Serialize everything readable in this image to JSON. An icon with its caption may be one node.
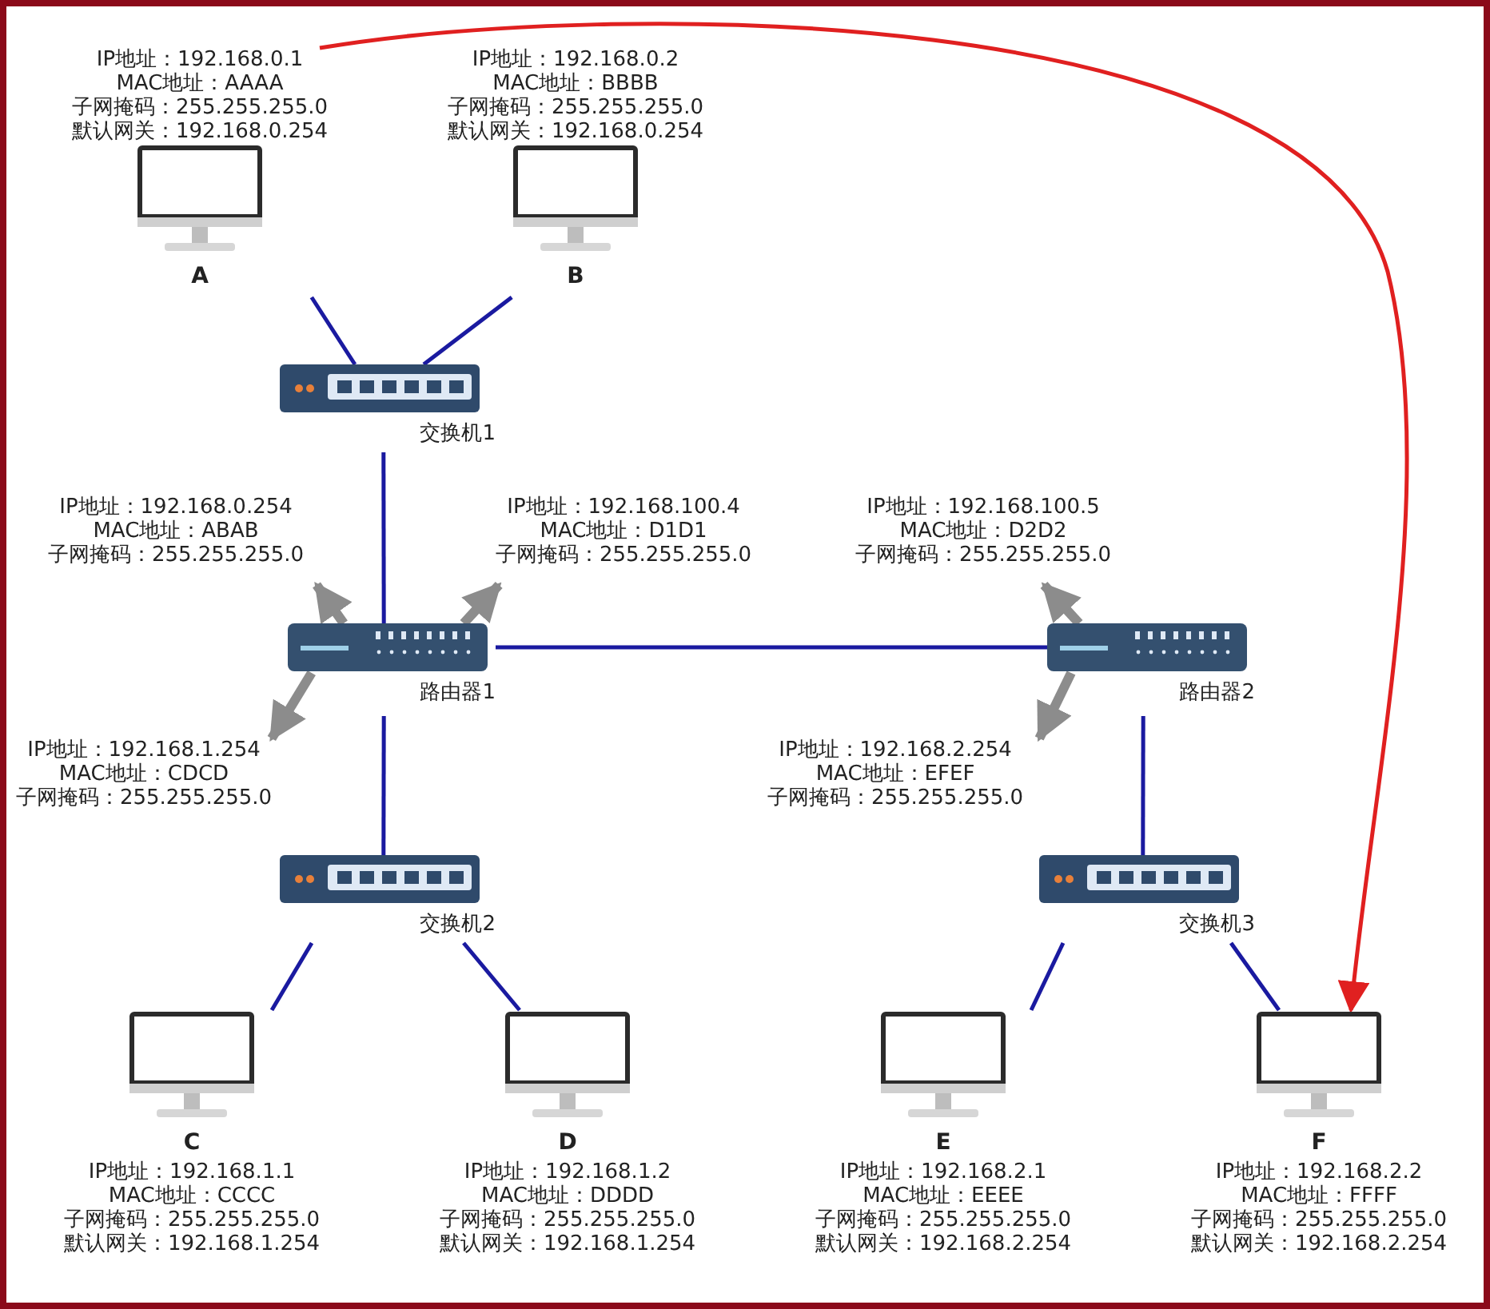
{
  "diagram": {
    "nodes": [
      {
        "text": [
          "IP地址：192.168.0.1",
          "MAC地址：AAAA",
          "子网掩码：255.255.255.0",
          "默认网关：192.168.0.254",
          "A"
        ]
      },
      {
        "text": [
          "IP地址：192.168.0.2",
          "MAC地址：BBBB",
          "子网掩码：255.255.255.0",
          "默认网关：192.168.0.254",
          "B"
        ]
      },
      {
        "text": [
          "交换机1"
        ]
      },
      {
        "text": [
          "IP地址：192.168.0.254",
          "MAC地址：ABAB",
          "子网掩码：255.255.255.0"
        ]
      },
      {
        "text": [
          "IP地址：192.168.100.4",
          "MAC地址：D1D1",
          "子网掩码：255.255.255.0"
        ]
      },
      {
        "text": [
          "路由器1"
        ]
      },
      {
        "text": [
          "IP地址：192.168.100.5",
          "MAC地址：D2D2",
          "子网掩码：255.255.255.0"
        ]
      },
      {
        "text": [
          "路由器2"
        ]
      },
      {
        "text": [
          "IP地址：192.168.1.254",
          "MAC地址：CDCD",
          "子网掩码：255.255.255.0"
        ]
      },
      {
        "text": [
          "IP地址：192.168.2.254",
          "MAC地址：EFEF",
          "子网掩码：255.255.255.0"
        ]
      },
      {
        "text": [
          "交换机2"
        ]
      },
      {
        "text": [
          "交换机3"
        ]
      },
      {
        "text": [
          "C",
          "IP地址：192.168.1.1",
          "MAC地址：CCCC",
          "子网掩码：255.255.255.0",
          "默认网关：192.168.1.254"
        ]
      },
      {
        "text": [
          "D",
          "IP地址：192.168.1.2",
          "MAC地址：DDDD",
          "子网掩码：255.255.255.0",
          "默认网关：192.168.1.254"
        ]
      },
      {
        "text": [
          "E",
          "IP地址：192.168.2.1",
          "MAC地址：EEEE",
          "子网掩码：255.255.255.0",
          "默认网关：192.168.2.254"
        ]
      },
      {
        "text": [
          "F",
          "IP地址：192.168.2.2",
          "MAC地址：FFFF",
          "子网掩码：255.255.255.0",
          "默认网关：192.168.2.254"
        ]
      }
    ],
    "edges": [
      {
        "from": 0,
        "to": 2,
        "arrow": "none",
        "color": "#1a1aa0"
      },
      {
        "from": 1,
        "to": 2,
        "arrow": "none",
        "color": "#1a1aa0"
      },
      {
        "from": 2,
        "to": 5,
        "arrow": "none",
        "color": "#1a1aa0"
      },
      {
        "from": 5,
        "to": 3,
        "arrow": "to",
        "style": "thick",
        "color": "#8c8c8c"
      },
      {
        "from": 5,
        "to": 4,
        "arrow": "to",
        "style": "thick",
        "color": "#8c8c8c"
      },
      {
        "from": 5,
        "to": 7,
        "arrow": "none",
        "color": "#1a1aa0"
      },
      {
        "from": 7,
        "to": 6,
        "arrow": "to",
        "style": "thick",
        "color": "#8c8c8c"
      },
      {
        "from": 5,
        "to": 8,
        "arrow": "to",
        "style": "thick",
        "color": "#8c8c8c"
      },
      {
        "from": 7,
        "to": 9,
        "arrow": "to",
        "style": "thick",
        "color": "#8c8c8c"
      },
      {
        "from": 5,
        "to": 10,
        "arrow": "none",
        "color": "#1a1aa0"
      },
      {
        "from": 7,
        "to": 11,
        "arrow": "none",
        "color": "#1a1aa0"
      },
      {
        "from": 10,
        "to": 12,
        "arrow": "none",
        "color": "#1a1aa0"
      },
      {
        "from": 10,
        "to": 13,
        "arrow": "none",
        "color": "#1a1aa0"
      },
      {
        "from": 11,
        "to": 14,
        "arrow": "none",
        "color": "#1a1aa0"
      },
      {
        "from": 11,
        "to": 15,
        "arrow": "none",
        "color": "#1a1aa0"
      },
      {
        "from": 0,
        "to": 15,
        "arrow": "to",
        "color": "#e02020"
      }
    ]
  }
}
